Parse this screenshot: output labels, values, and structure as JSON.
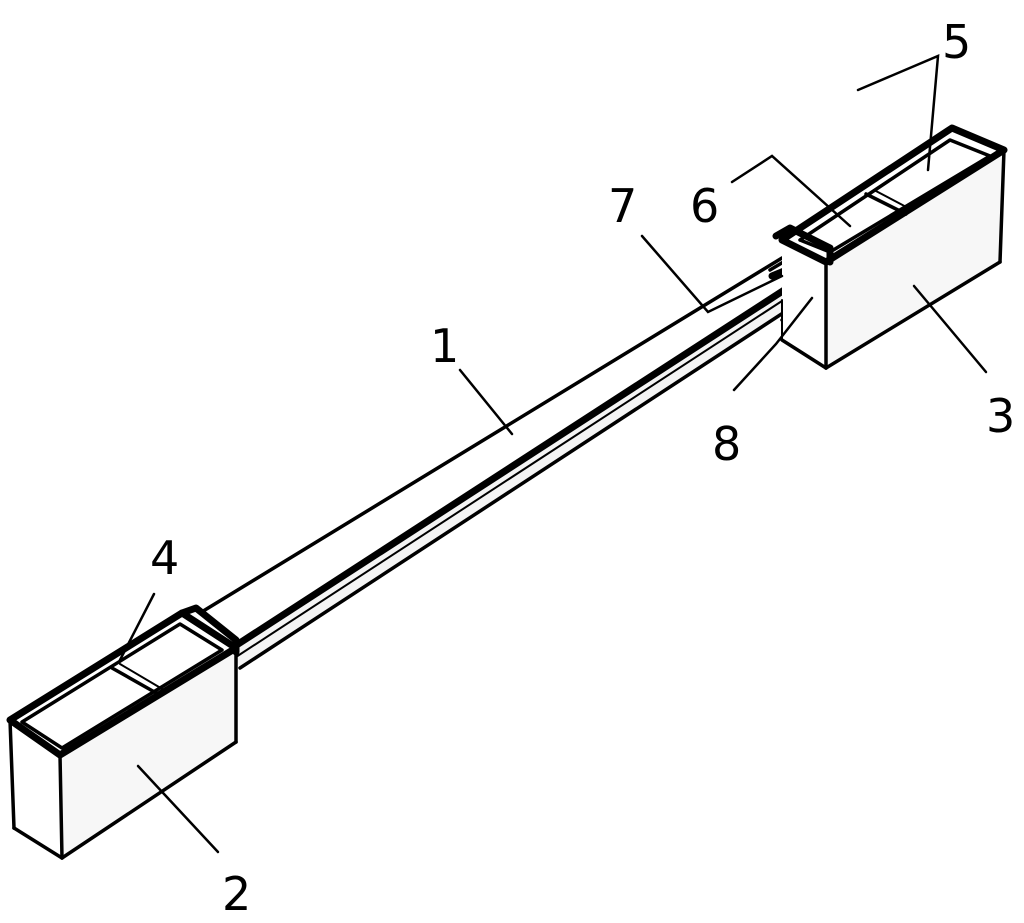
{
  "labels": {
    "beam": "1",
    "left_block": "2",
    "right_block": "3",
    "left_insert": "4",
    "right_insert_outer": "5",
    "right_insert_inner": "6",
    "upper_strip": "7",
    "lower_strip": "8"
  },
  "colors": {
    "line": "#000000",
    "background": "#ffffff",
    "face_light": "#ffffff",
    "face_shade": "#f4f4f4"
  }
}
